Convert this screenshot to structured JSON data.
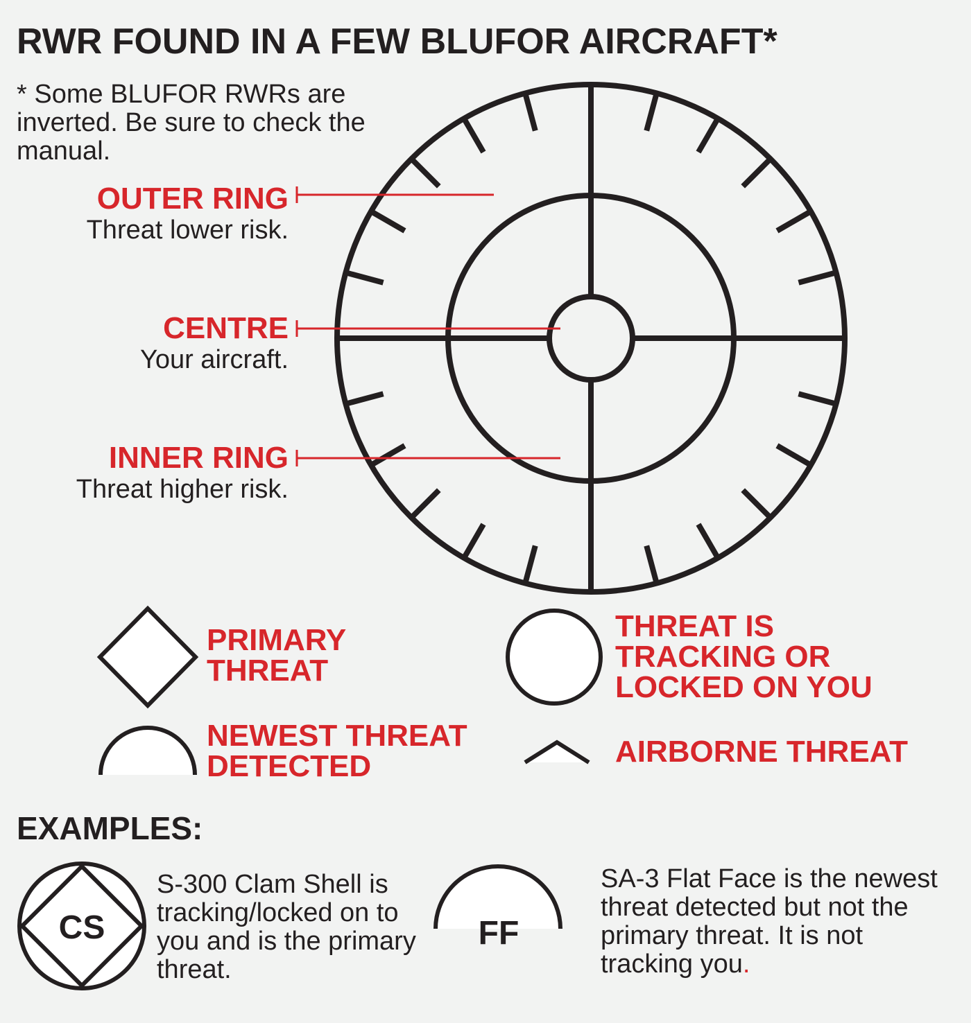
{
  "title": "RWR FOUND IN A FEW BLUFOR AIRCRAFT*",
  "note": "* Some BLUFOR RWRs are inverted. Be sure to check the manual.",
  "colors": {
    "accent": "#d7262b",
    "ink": "#231f20",
    "background": "#f2f3f2"
  },
  "labels": {
    "outer": {
      "heading": "OUTER RING",
      "desc": "Threat lower risk."
    },
    "centre": {
      "heading": "CENTRE",
      "desc": "Your aircraft."
    },
    "inner": {
      "heading": "INNER RING",
      "desc": "Threat higher risk."
    }
  },
  "legend": {
    "primary": "PRIMARY\nTHREAT",
    "tracking": "THREAT IS\nTRACKING OR\nLOCKED ON YOU",
    "newest": "NEWEST THREAT\nDETECTED",
    "airborne": "AIRBORNE THREAT"
  },
  "examples": {
    "heading": "EXAMPLES:",
    "cs": {
      "symbol": "CS",
      "text": "S-300 Clam Shell is tracking/locked on to you and is the primary threat."
    },
    "ff": {
      "symbol": "FF",
      "text": "SA-3 Flat Face is the newest threat detected but not the primary threat. It is not tracking you",
      "trailing": "."
    }
  },
  "icons": [
    "rwr-scope-icon",
    "diamond-icon",
    "circle-icon",
    "half-circle-icon",
    "chevron-up-icon"
  ]
}
